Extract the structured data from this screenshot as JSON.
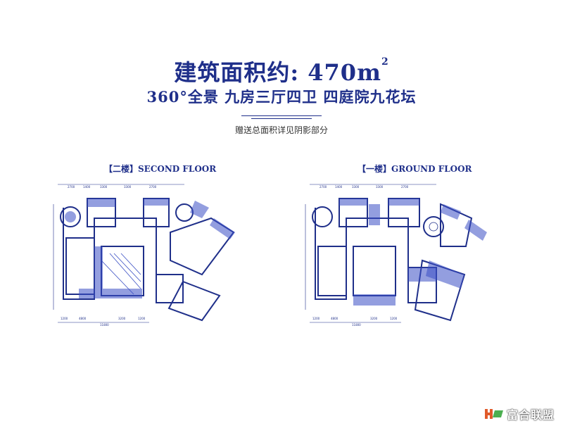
{
  "header": {
    "title_main": "建筑面积约: 470",
    "title_unit": "m",
    "title_unit_sup": "2",
    "subtitle": "360°全景 九房三厅四卫 四庭院九花坛",
    "note": "赠送总面积详见阴影部分"
  },
  "floors": [
    {
      "label": "【二楼】SECOND FLOOR"
    },
    {
      "label": "【一楼】GROUND FLOOR"
    }
  ],
  "dimensions": {
    "top_row": [
      "2700",
      "1400",
      "3300",
      "3300",
      "2700"
    ],
    "bottom_row": [
      "1200",
      "4800",
      "3200",
      "1200"
    ],
    "total": "11800"
  },
  "brand": {
    "name": "富合联盟"
  },
  "colors": {
    "primary": "#1f2f8a",
    "shade": "#3a4fc4"
  }
}
